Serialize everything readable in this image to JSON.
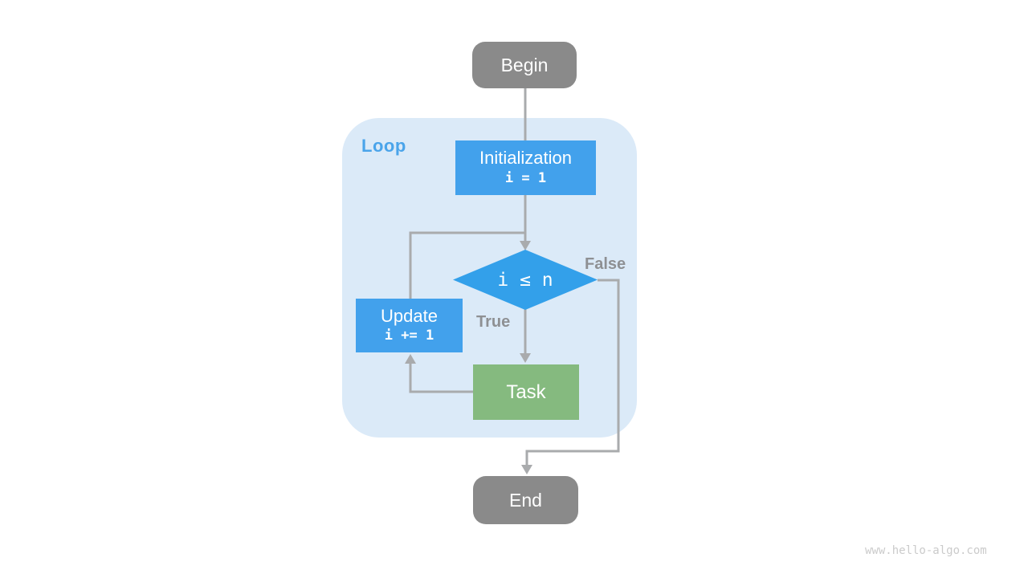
{
  "watermark": {
    "text": "www.hello-algo.com",
    "color": "#cbcbcb"
  },
  "flowchart": {
    "loop_container": {
      "label": "Loop",
      "background": "#dbeaf8",
      "label_color": "#4aa4ea"
    },
    "nodes": {
      "begin": {
        "label": "Begin",
        "shape": "rounded-terminal",
        "background": "#8a8a8a"
      },
      "initialization": {
        "label": "Initialization",
        "code": "i = 1",
        "shape": "rect",
        "background": "#42a1ec"
      },
      "condition": {
        "label": "i ≤ n",
        "shape": "diamond",
        "background": "#33a0ea"
      },
      "update": {
        "label": "Update",
        "code": "i += 1",
        "shape": "rect",
        "background": "#42a1ec"
      },
      "task": {
        "label": "Task",
        "shape": "rect",
        "background": "#85ba7f"
      },
      "end": {
        "label": "End",
        "shape": "rounded-terminal",
        "background": "#8a8a8a"
      }
    },
    "edge_labels": {
      "true": "True",
      "false": "False",
      "color": "#8e9093"
    },
    "connector_color": "#a9abad",
    "text_color": "#ffffff"
  }
}
